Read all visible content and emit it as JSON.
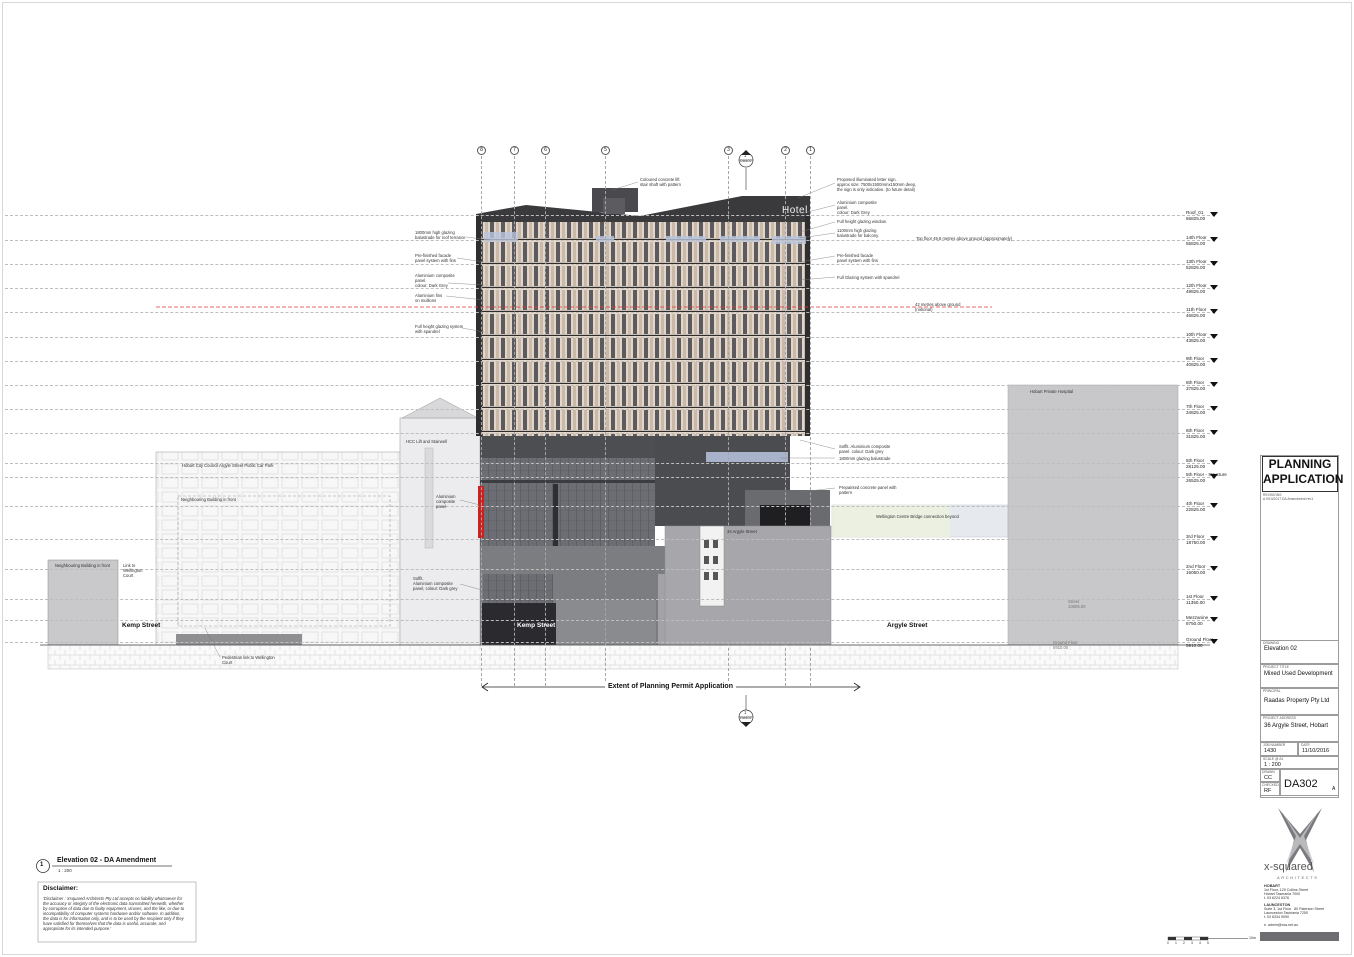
{
  "grid_labels": [
    "8",
    "7",
    "6",
    "5",
    "3",
    "2",
    "1"
  ],
  "section_marker": {
    "num": "1",
    "ref": "DA402"
  },
  "floors": [
    {
      "name": "Roof_01",
      "rl": "56825.00"
    },
    {
      "name": "14th Floor",
      "rl": "55825.00"
    },
    {
      "name": "13th Floor",
      "rl": "52825.00"
    },
    {
      "name": "12th Floor",
      "rl": "49825.00"
    },
    {
      "name": "11th Floor",
      "rl": "46825.00"
    },
    {
      "name": "10th Floor",
      "rl": "43825.00"
    },
    {
      "name": "9th Floor",
      "rl": "40825.00"
    },
    {
      "name": "8th Floor",
      "rl": "37825.00"
    },
    {
      "name": "7th Floor",
      "rl": "34825.00"
    },
    {
      "name": "6th Floor",
      "rl": "31825.00"
    },
    {
      "name": "5th Floor",
      "rl": "28125.00"
    },
    {
      "name": "5th Floor - Structure",
      "rl": "26525.00"
    },
    {
      "name": "4th Floor",
      "rl": "22825.00"
    },
    {
      "name": "3rd Floor",
      "rl": "18750.00"
    },
    {
      "name": "2nd Floor",
      "rl": "15050.00"
    },
    {
      "name": "1st Floor",
      "rl": "11350.00"
    },
    {
      "name": "Mezzanine",
      "rl": "8750.00"
    },
    {
      "name": "Ground Floor",
      "rl": "5910.00"
    }
  ],
  "left_notes": {
    "balustrade_roof": "1800mm high glazing\nbalustrade for roof terrance",
    "prefinished_left": "Pre-finished facade\npanel system with fins",
    "alu_composite_left": "Aluminium composite\npanel.\ncolour: Dark Grey",
    "alu_fins": "Aluminium fins\non mullions",
    "full_height_left": "Full height glazing system\nwith spandrel",
    "hcc_lift": "HCC Lift and Stairwell",
    "car_park": "Hobart City Council Argyle Street Public Car Park",
    "neighbour_front_1": "Neighbouring Building in front",
    "alu_composite_mid": "Aluminium\ncomposite\npanel",
    "neighbour_front_2": "Neighbouring Building in front",
    "link_wellington": "Link to\nWellington\nCourt",
    "soffit_left": "Soffit.\nAluminium composite\npanel, colour: Dark grey",
    "pedestrian_link": "Pedestrian link to Wellington\nCourt"
  },
  "right_notes": {
    "lift_shaft": "Coloured concrete lift\nstair shaft with pattern",
    "sign": "Proposed illuminated letter sign,\napprox size: 7500x1500mmx150mm deep,\nthe sign is only indicative. (to future detail)",
    "alu_composite_right": "Aluminium composite\npanel.\ncolour: Dark Grey",
    "glazing_window": "Full height glazing window.",
    "balustrade_balcony": "1100mm high glazing\nbalustrade for balcony.",
    "top_floor": "Top floor 49.8 metres above ground (approximately)",
    "prefinished_right": "Pre-finished facade\npanel system with fins",
    "full_glazing_right": "Full Glazing system with spandrel",
    "metres_42": "42 metres above ground\n(notional)",
    "soffit_right": "Soffit. Aluminium composite\npanel. colour: Dark grey",
    "balustrade_1800": "1800mm glazing balustrade",
    "precast": "Prepainted concrete panel with\npattern",
    "bridge": "Wellington Centre Bridge connection beyond",
    "argyle_34": "34 Argyle Street",
    "private_hospital": "Hobart Private Hospital",
    "hotel_sign": "Hotel",
    "street_level": "Street\n10605.00",
    "ground_level": "Ground Floor\n5910.00"
  },
  "streets": {
    "kemp_left": "Kemp Street",
    "kemp_mid": "Kemp Street",
    "argyle": "Argyle Street"
  },
  "extent": "Extent of Planning Permit Application",
  "view_title": {
    "num": "1",
    "title": "Elevation 02 - DA Amendment",
    "scale": "1 : 200"
  },
  "disclaimer": {
    "title": "Disclaimer:",
    "body": "'Disclaimer : Xsquared Architects Pty Ltd accepts no liability whatsoever for\nthe accuracy or integrity of the electronic data transmitted herewith, whether\nby corruption of data due to faulty equipment, viruses, and the like, or due to\nincompatibility of computer systems hardware and/or software. In addition,\nthe data is for information only, and is to be used by the recipient only if they\nhave satisfied for themselves that the data is useful, accurate, and\nappropriate for its intended purpose.'"
  },
  "title_block": {
    "stamp_line1": "PLANNING",
    "stamp_line2": "APPLICATION",
    "revisions_label": "REVISIONS",
    "revision_entry": "A   9/10/2017   DA Amendment rev1",
    "drawing_label": "DRAWING",
    "drawing": "Elevation 02",
    "project_title_label": "PROJECT TITLE",
    "project_title": "Mixed Used Development",
    "principal_label": "PRINCIPAL",
    "principal": "Raadas Property Pty Ltd",
    "project_address_label": "PROJECT ADDRESS",
    "project_address": "36 Argyle Street, Hobart",
    "job_number_label": "JOB NUMBER",
    "job_number": "1430",
    "date_label": "DATE",
    "date": "11/10/2016",
    "scale_label": "SCALE @ A1",
    "scale": "1 : 200",
    "drawn_label": "DRAWN",
    "drawn": "CC",
    "checked_label": "CHECKED",
    "checked": "RF",
    "drawing_no": "DA302",
    "revision": "A"
  },
  "firm": {
    "name": "x-squared",
    "tagline": "ARCHITECTS",
    "hobart_head": "HOBART",
    "hobart_addr": "1st Floor, 129 Collins Street\nHobart Tasmania 7000\nt. 03 6224 6376",
    "launceston_head": "LAUNCESTON",
    "launceston_addr": "Suite 3, 1st Floor   80 Paterson Street\nLaunceston Tasmania 7250\nt. 03 6334 9090",
    "email": "e. admin@xsa.net.au",
    "web": "www.xsa.net.au"
  },
  "scale_bar": {
    "ticks": [
      "0",
      "1",
      "2",
      "3",
      "4",
      "5"
    ],
    "end": "10m"
  }
}
